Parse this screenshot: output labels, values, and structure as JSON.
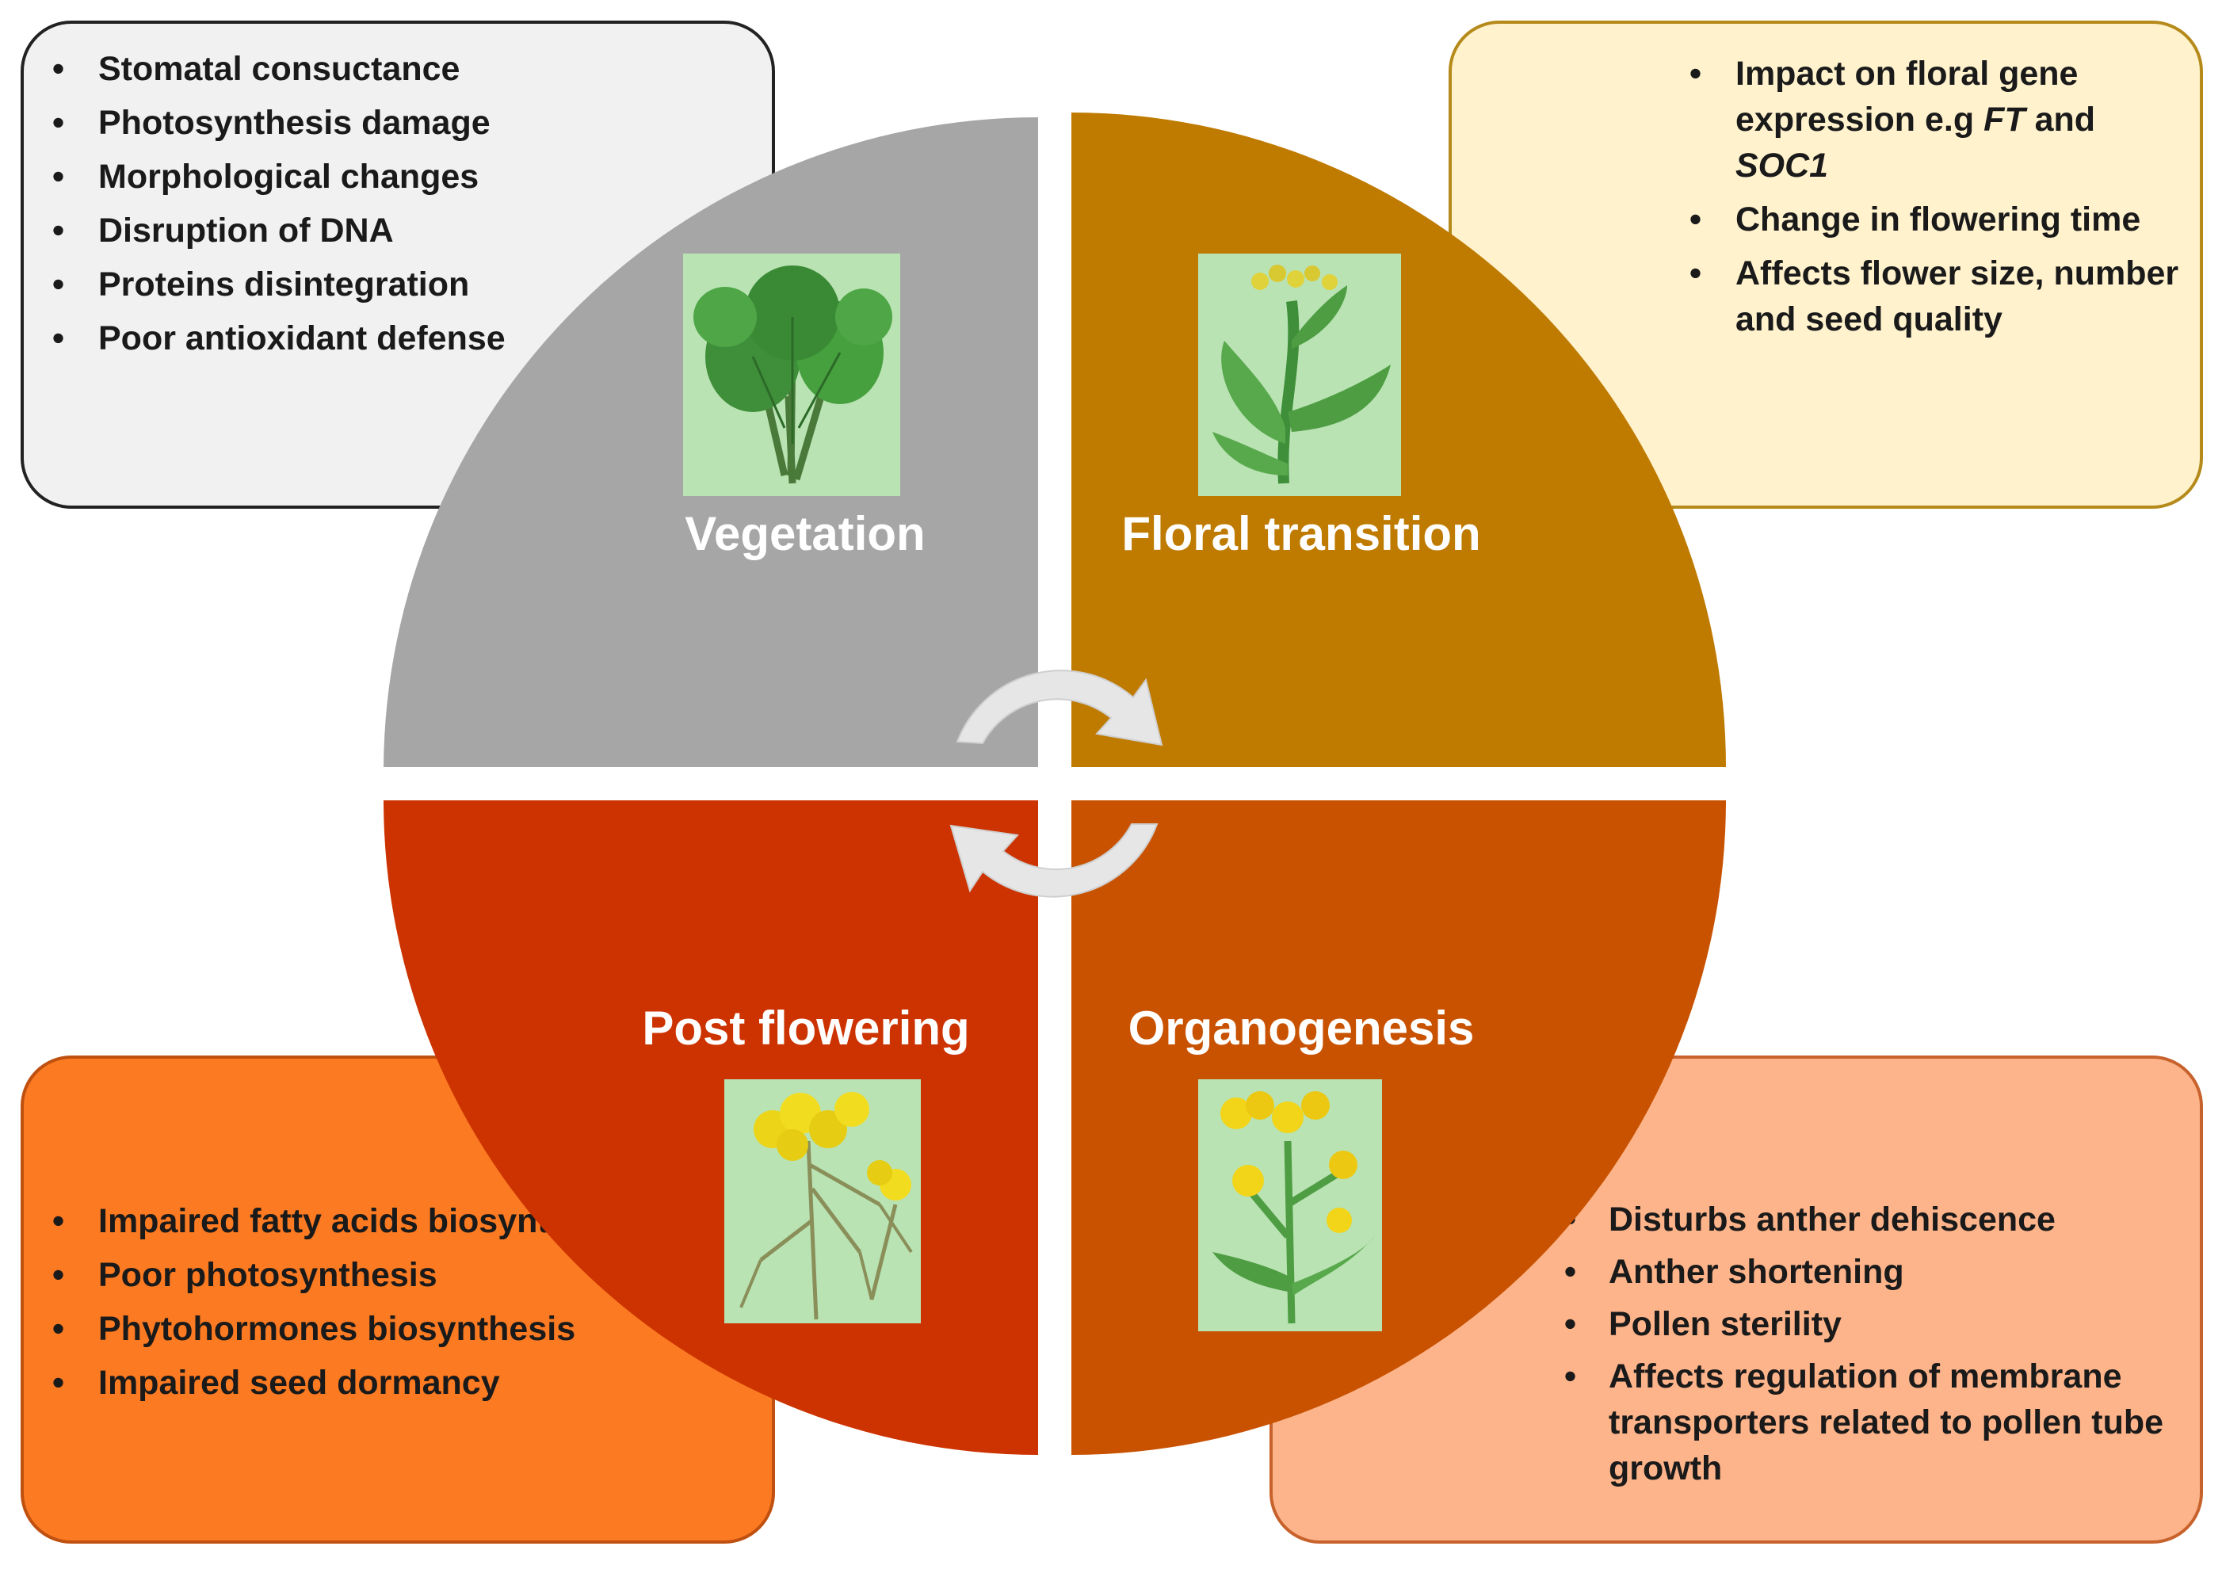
{
  "quadrants": {
    "vegetation": {
      "label": "Vegetation",
      "color": "#a6a6a6",
      "illustration": "leafy-rosette-plant"
    },
    "floral_transition": {
      "label": "Floral transition",
      "color": "#bf7a00",
      "illustration": "budding-stem-plant"
    },
    "organogenesis": {
      "label": "Organogenesis",
      "color": "#c85200",
      "illustration": "yellow-flowering-plant"
    },
    "post_flowering": {
      "label": "Post flowering",
      "color": "#cc3300",
      "illustration": "flowering-plant-with-pods"
    }
  },
  "cycle_arrows": {
    "color": "#e8e8e8",
    "icon": "circular-cycle-arrows"
  },
  "boxes": {
    "vegetation": {
      "bg": "#f1f1f1",
      "items": [
        "Stomatal consuctance",
        "Photosynthesis damage",
        "Morphological changes",
        "Disruption of DNA",
        "Proteins disintegration",
        "Poor antioxidant defense"
      ]
    },
    "floral_transition": {
      "bg": "#fff2cd",
      "item1": {
        "prefix": "Impact on floral gene expression e.g ",
        "gene1": "FT",
        "middle": " and ",
        "gene2": "SOC1"
      },
      "item2": "Change in flowering time",
      "item3": "Affects flower size, number and seed quality"
    },
    "post_flowering": {
      "bg": "#fb7a22",
      "items": [
        "Impaired fatty acids biosynthesis",
        "Poor photosynthesis",
        "Phytohormones biosynthesis",
        "Impaired seed dormancy"
      ]
    },
    "organogenesis": {
      "bg": "#fdb48a",
      "items": [
        "Disturbs anther dehiscence",
        "Anther shortening",
        "Pollen sterility",
        "Affects regulation of membrane transporters related to pollen tube growth"
      ]
    }
  }
}
